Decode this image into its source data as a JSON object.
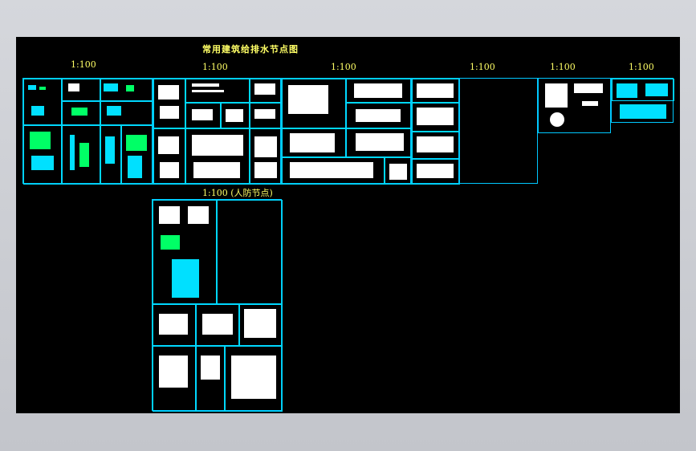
{
  "drawing": {
    "title": "常用建筑给排水节点图",
    "scales": [
      "1:100",
      "1:100",
      "1:100",
      "1:100",
      "1:100",
      "1:100"
    ],
    "civil_defense_title": "1:100 (人防节点)"
  },
  "colors": {
    "background": "#000000",
    "frame_line": "#00d8ff",
    "title_text": "#ffff66",
    "window_bg": "#c7c9cf"
  }
}
